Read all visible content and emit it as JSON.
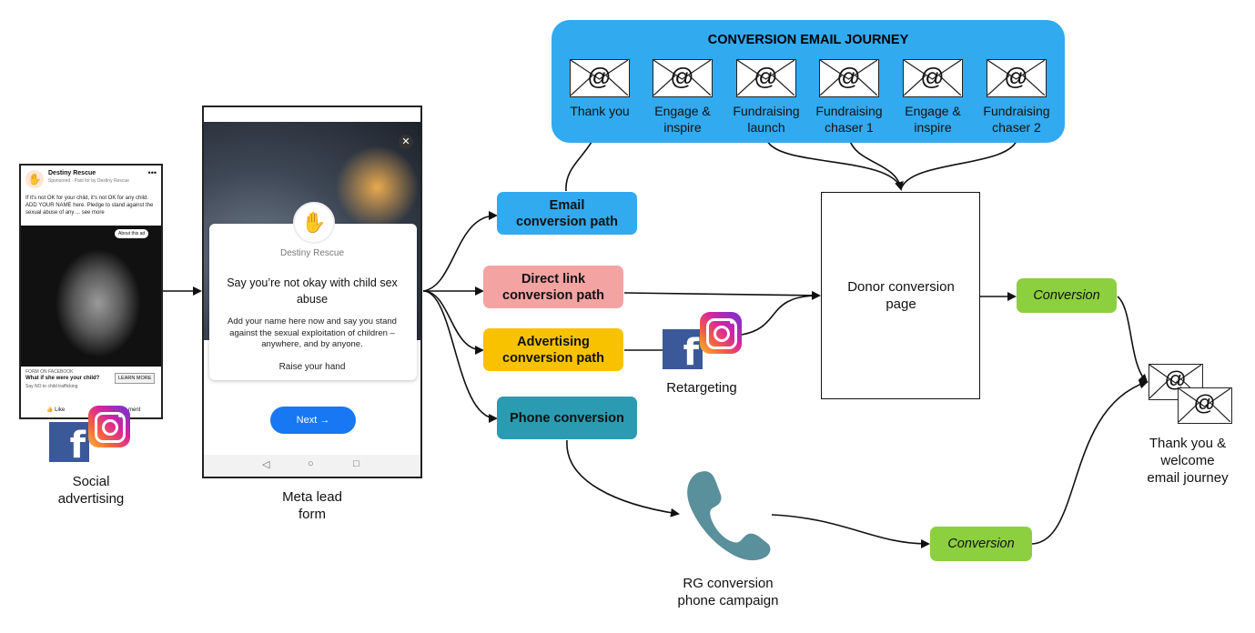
{
  "social": {
    "label_line1": "Social",
    "label_line2": "advertising",
    "brand": "Destiny Rescue",
    "sponsored": "Sponsored · Paid for by Destiny Rescue",
    "post_text": "If it's not OK for your child, it's not OK for any child. ADD YOUR NAME here. Pledge to stand against the sexual abuse of any ... see more",
    "about_ad": "About this ad",
    "form_on": "FORM ON FACEBOOK",
    "headline": "What if she were your child?",
    "subline": "Say NO to child trafficking",
    "cta": "LEARN MORE",
    "like": "Like",
    "comment": "ment"
  },
  "leadform": {
    "label_line1": "Meta lead",
    "label_line2": "form",
    "brand": "Destiny Rescue",
    "title": "Say you’re not okay with child sex abuse",
    "body": "Add your name here now and say you stand against the sexual exploitation of children – anywhere, and by anyone.",
    "raise": "Raise your hand",
    "next": "Next →"
  },
  "paths": {
    "email": "Email conversion path",
    "direct": "Direct link conversion path",
    "advertising": "Advertising conversion path",
    "phone": "Phone conversion"
  },
  "journey": {
    "title": "CONVERSION EMAIL JOURNEY",
    "emails": [
      {
        "l1": "Thank you",
        "l2": ""
      },
      {
        "l1": "Engage &",
        "l2": "inspire"
      },
      {
        "l1": "Fundraising",
        "l2": "launch"
      },
      {
        "l1": "Fundraising",
        "l2": "chaser 1"
      },
      {
        "l1": "Engage &",
        "l2": "inspire"
      },
      {
        "l1": "Fundraising",
        "l2": "chaser 2"
      }
    ],
    "symbol": "@"
  },
  "retargeting": "Retargeting",
  "donor_page": "Donor conversion page",
  "conversion_top": "Conversion",
  "conversion_bottom": "Conversion",
  "welcome": {
    "l1": "Thank you &",
    "l2": "welcome",
    "l3": "email journey"
  },
  "rg": {
    "l1": "RG conversion",
    "l2": "phone campaign"
  },
  "colors": {
    "journey_bg": "#31aaf0",
    "email_path": "#31aaf0",
    "direct_path": "#f4a3a3",
    "advertising_path": "#f8c200",
    "phone_path": "#2a9bb1",
    "conversion": "#8ccf3f",
    "phone_icon": "#5a8f9c",
    "next_button": "#1877f2"
  },
  "icons": [
    "facebook-icon",
    "instagram-icon",
    "envelope-icon",
    "phone-handset-icon",
    "close-icon",
    "arrow-right-icon"
  ]
}
